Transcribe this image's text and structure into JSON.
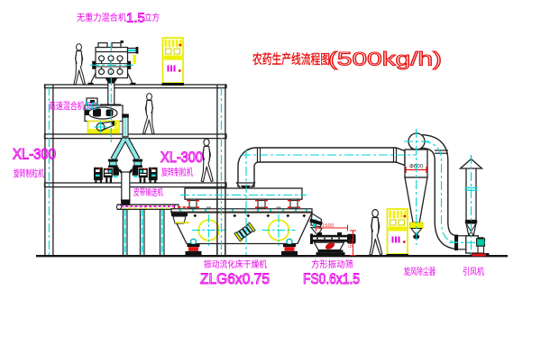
{
  "title": {
    "name": "农药生产线流程图",
    "capacity": "(500kg/h)"
  },
  "labels": {
    "gravity_mixer_name": "无重力混合机",
    "gravity_mixer_size": "1.5",
    "gravity_mixer_unit": "立方",
    "high_speed_mixer": "高速混合机350",
    "high_speed_mixer_overlay": "50",
    "granulator_left_model": "XL-300",
    "granulator_left_name": "旋转制粒机",
    "granulator_right_model": "XL-300",
    "granulator_right_name": "旋转制粒机",
    "belt_conveyor": "皮带输送机",
    "dryer_name": "振动流化床干燥机",
    "dryer_model": "ZLG6x0.75",
    "screen_name": "方形振动筛",
    "screen_model": "FS0.6x1.5",
    "cyclone_name": "旋风除尘器",
    "fan_name": "引风机"
  },
  "dimensions": {
    "screen_length": "1500",
    "screen_height": "541",
    "cyclone_diameter": "Φ600"
  },
  "equipment": [
    "zero-gravity-mixer",
    "high-speed-mixer",
    "rotary-granulator-left",
    "rotary-granulator-right",
    "belt-conveyor",
    "vibrating-fluid-bed-dryer",
    "square-vibrating-screen",
    "cyclone-dust-collector",
    "induced-draft-fan",
    "exhaust-stack",
    "control-cabinet-upper",
    "control-cabinet-lower"
  ],
  "colors": {
    "line": "#1f1f1f",
    "cyan": "#00dcdc",
    "magenta": "#e800e8",
    "red": "#e81414",
    "yellow": "#f0f000",
    "teal_motor": "#00c8a0",
    "background": "#ffffff"
  }
}
